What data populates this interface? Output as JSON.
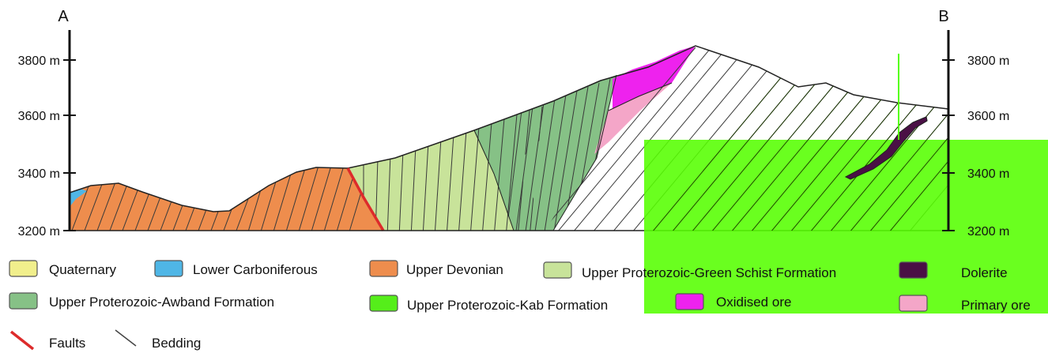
{
  "profile": {
    "left_end": "A",
    "right_end": "B",
    "elevation_labels_left": [
      "3800 m",
      "3600 m",
      "3400 m",
      "3200 m"
    ],
    "elevation_labels_right": [
      "3800 m",
      "3600 m",
      "3400 m",
      "3200 m"
    ]
  },
  "legend": {
    "units": [
      {
        "label": "Quaternary",
        "color": "#f1ef8c"
      },
      {
        "label": "Lower Carboniferous",
        "color": "#4fb6e6"
      },
      {
        "label": "Upper Devonian",
        "color": "#ee8d4d"
      },
      {
        "label": "Upper Proterozoic-Green Schist Formation",
        "color": "#c8e39a"
      },
      {
        "label": "Dolerite",
        "color": "#4a0f45"
      },
      {
        "label": "Upper Proterozoic-Awband Formation",
        "color": "#86c186"
      },
      {
        "label": "Upper Proterozoic-Kab Formation",
        "color": "#55ee1a"
      },
      {
        "label": "Oxidised ore",
        "color": "#ee22ee"
      },
      {
        "label": "Primary ore",
        "color": "#f4a6c8"
      }
    ],
    "symbols": [
      {
        "label": "Faults",
        "color": "#dd2b2b"
      },
      {
        "label": "Bedding",
        "color": "#444444"
      }
    ]
  },
  "colors": {
    "overlay_green": "#55ff00",
    "surface_line": "#222222"
  }
}
